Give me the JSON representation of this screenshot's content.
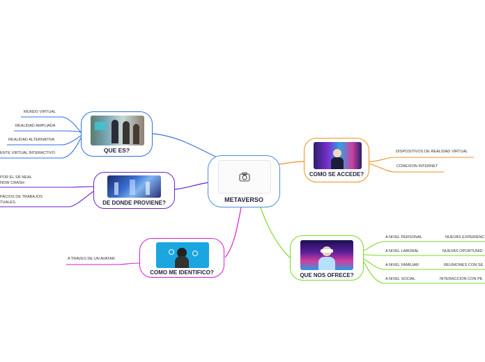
{
  "central": {
    "title": "METAVERSO",
    "icon": "camera-icon"
  },
  "que_es": {
    "title": "QUE ES?",
    "color": "#2f6fe0",
    "items": [
      "MUNDO VIRTUAL",
      "REALIDAD AMPLIADA",
      "REALIDAD ALTERNATIVA",
      "ENTE VIRTUAL INTERACTIVO"
    ]
  },
  "de_donde": {
    "title": "DE DONDE PROVIENE?",
    "color": "#6a1fcf",
    "items": [
      "POR EL SR NEAL\nNOW CRASH",
      "PACIOS DE TRABAJOS\nTUALES."
    ]
  },
  "como_identifico": {
    "title": "COMO ME IDENTIFICO?",
    "color": "#d51fd3",
    "items": [
      "A TRAVES DE UN AVATAR"
    ]
  },
  "como_accede": {
    "title": "COMO SE ACCEDE?",
    "color": "#f0901c",
    "items": [
      "DISPOSITIVOS DE REALIDAD VIRTUAL",
      "CONEXION INTERNET"
    ]
  },
  "que_ofrece": {
    "title": "QUE NOS OFRECE?",
    "color": "#7ad928",
    "rows": [
      {
        "label": "A NIVEL PERSONAL",
        "detail": "NUEVAS EXPERIENC"
      },
      {
        "label": "A NIVEL LABORAL",
        "detail": "NUEVAS OPORTUNID"
      },
      {
        "label": "A NIVEL FAMILIAR",
        "detail": "REUNIONES CON SE"
      },
      {
        "label": "A NIVEL SOCIAL",
        "detail": "INTERACCION CON PE"
      }
    ]
  }
}
